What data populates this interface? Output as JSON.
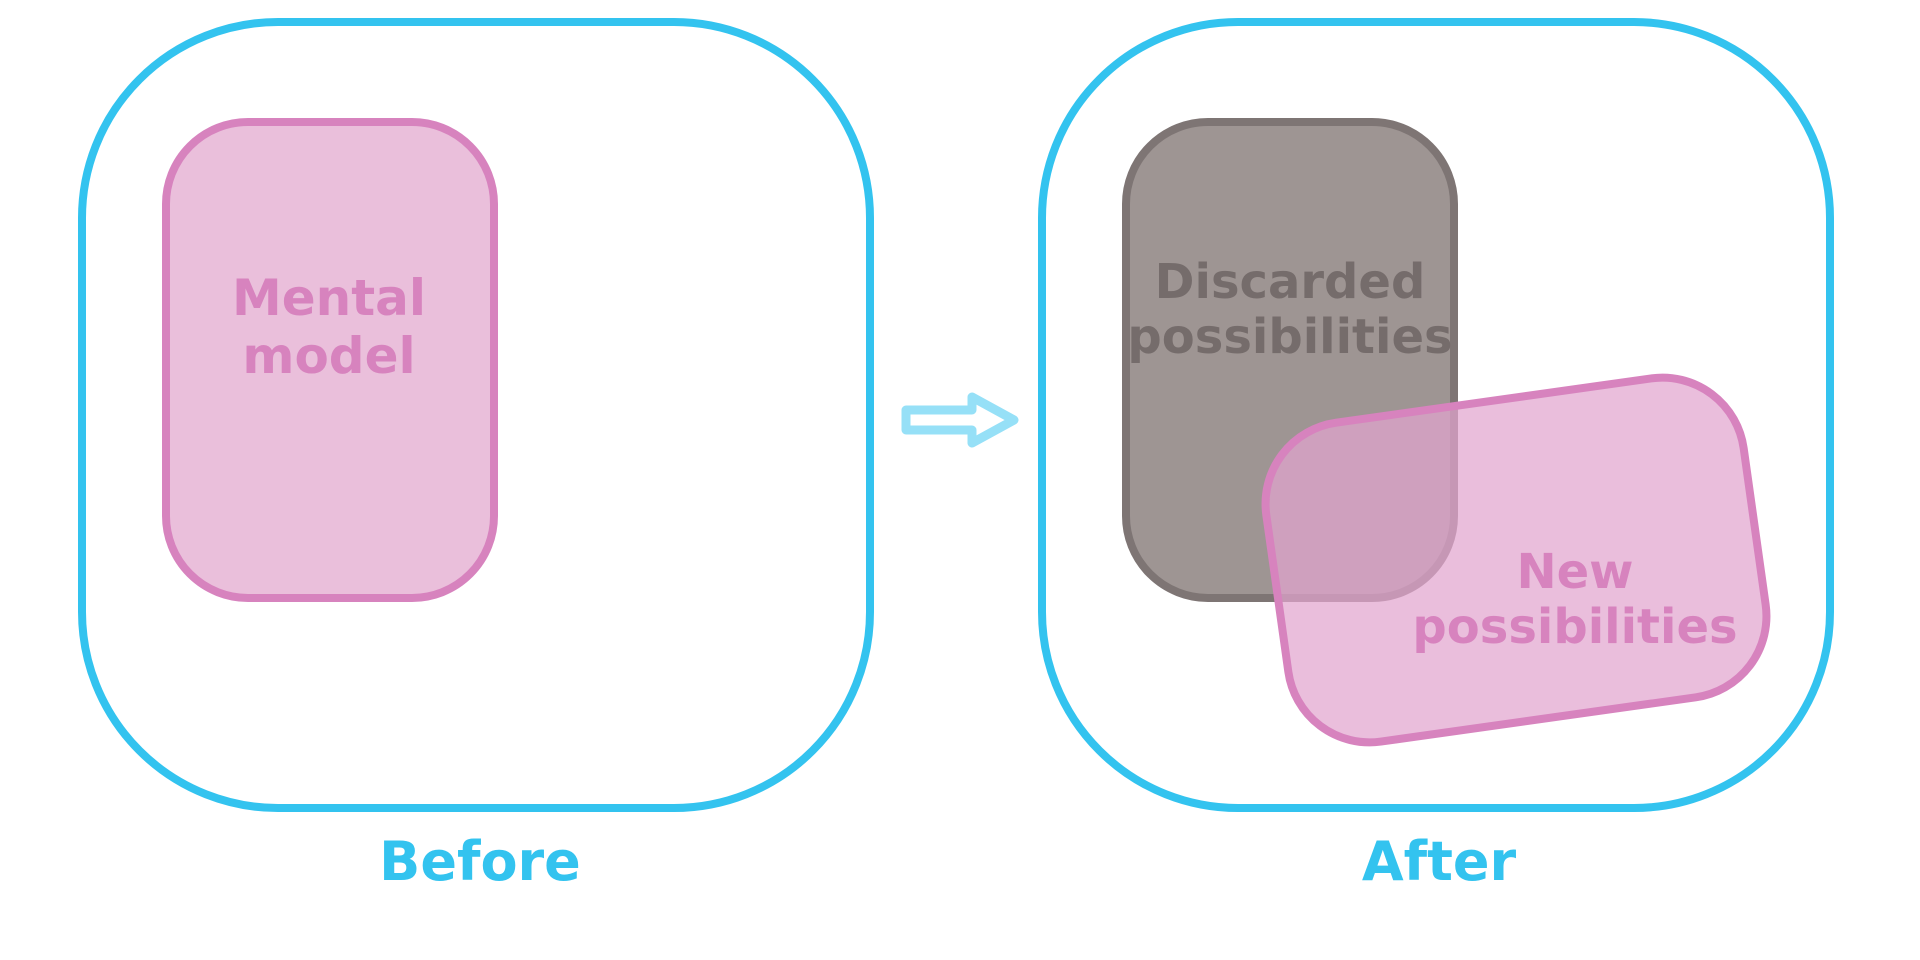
{
  "before": {
    "label": "Before",
    "card_text_line1": "Mental",
    "card_text_line2": "model"
  },
  "after": {
    "label": "After",
    "discarded_line1": "Discarded",
    "discarded_line2": "possibilities",
    "new_line1": "New",
    "new_line2": "possibilities"
  },
  "colors": {
    "frame": "#33c3ef",
    "arrow": "#96e0f7",
    "pink_fill": "#eabfdb",
    "pink_border": "#d783be",
    "gray_fill": "#9e9593",
    "gray_border": "#7e7574"
  }
}
